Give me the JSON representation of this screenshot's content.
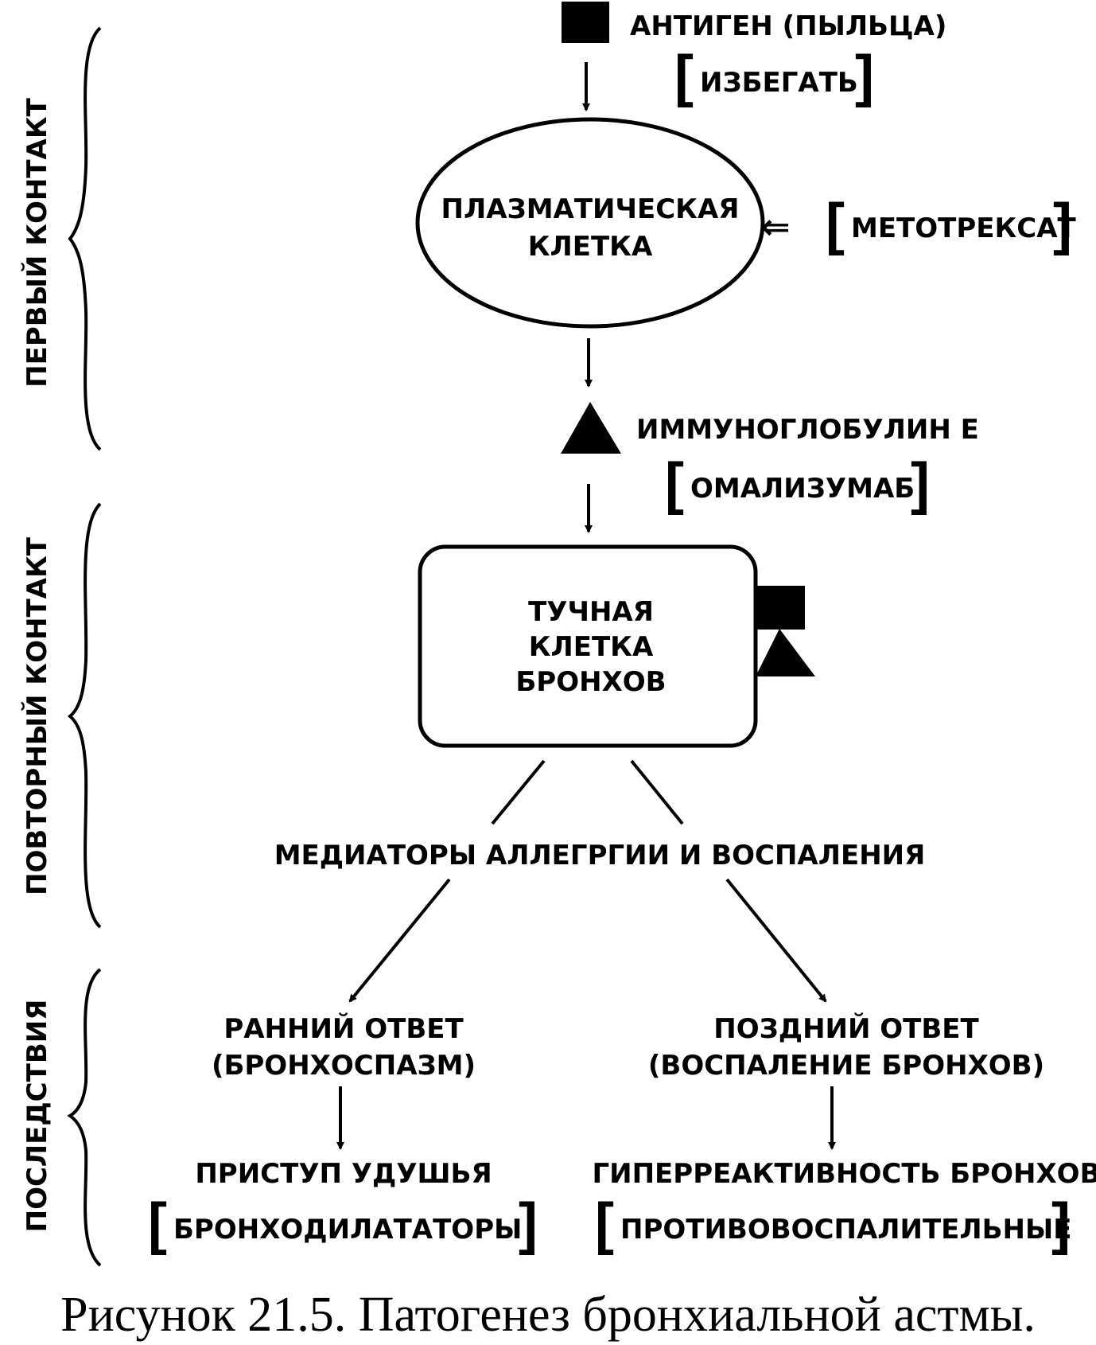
{
  "sections": {
    "first_contact": "ПЕРВЫЙ КОНТАКТ",
    "repeat_contact": "ПОВТОРНЫЙ КОНТАКТ",
    "consequences": "ПОСЛЕДСТВИЯ"
  },
  "antigen": {
    "label": "АНТИГЕН (ПЫЛЬЦА)",
    "treatment": "ИЗБЕГАТЬ"
  },
  "plasma_cell": {
    "line1": "ПЛАЗМАТИЧЕСКАЯ",
    "line2": "КЛЕТКА",
    "treatment": "МЕТОТРЕКСАТ"
  },
  "ige": {
    "label": "ИММУНОГЛОБУЛИН Е",
    "treatment": "ОМАЛИЗУМАБ"
  },
  "mast_cell": {
    "line1": "ТУЧНАЯ",
    "line2": "КЛЕТКА",
    "line3": "БРОНХОВ"
  },
  "mediators": "МЕДИАТОРЫ АЛЛЕГРГИИ И ВОСПАЛЕНИЯ",
  "early": {
    "line1": "РАННИЙ ОТВЕТ",
    "line2": "(БРОНХОСПАЗМ)",
    "result": "ПРИСТУП УДУШЬЯ",
    "treatment": "БРОНХОДИЛАТАТОРЫ"
  },
  "late": {
    "line1": "ПОЗДНИЙ ОТВЕТ",
    "line2": "(ВОСПАЛЕНИЕ БРОНХОВ)",
    "result": "ГИПЕРРЕАКТИВНОСТЬ БРОНХОВ",
    "treatment": "ПРОТИВОВОСПАЛИТЕЛЬНЫЕ"
  },
  "caption": "Рисунок 21.5. Патогенез бронхиальной астмы."
}
